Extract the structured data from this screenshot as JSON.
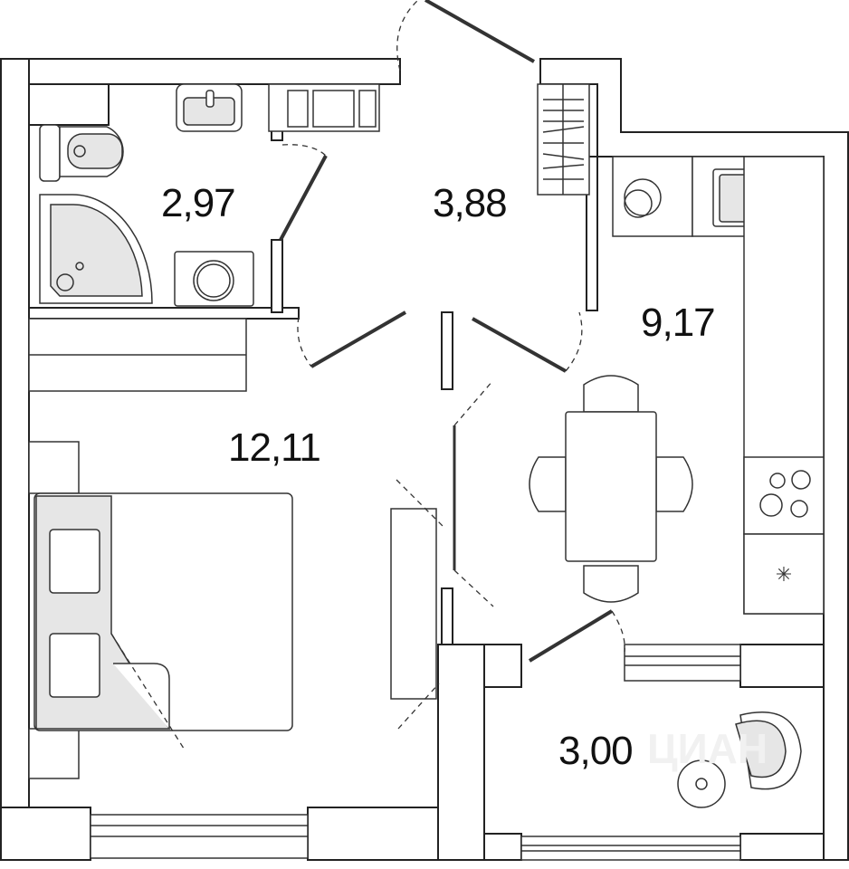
{
  "plan": {
    "rooms": [
      {
        "name": "bathroom",
        "area": "2,97"
      },
      {
        "name": "hallway",
        "area": "3,88"
      },
      {
        "name": "kitchen",
        "area": "9,17"
      },
      {
        "name": "bedroom",
        "area": "12,11"
      },
      {
        "name": "balcony",
        "area": "3,00"
      }
    ],
    "watermark": "ЦИАН",
    "colors": {
      "line": "#222222",
      "fixture_fill": "#e6e6e6",
      "background": "#ffffff"
    }
  }
}
